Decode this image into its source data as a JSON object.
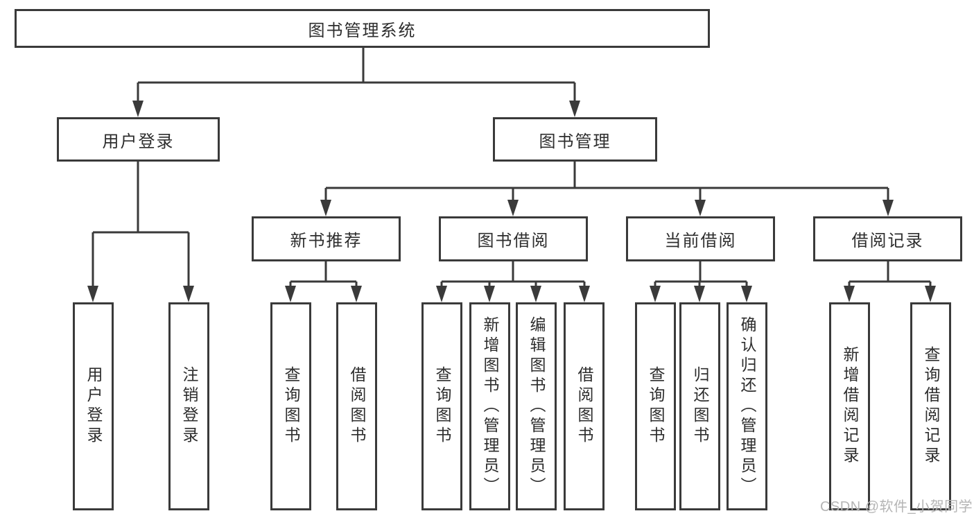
{
  "colors": {
    "line": "#3a3a3a",
    "text": "#2d2d2d",
    "watermark": "#b5b5b5",
    "background": "#ffffff"
  },
  "watermark": {
    "text": "CSDN @软件_小贺同学"
  },
  "tree": {
    "root": {
      "label": "图书管理系统"
    },
    "branches": [
      {
        "label": "用户登录",
        "children": [
          {
            "label": "用户登录"
          },
          {
            "label": "注销登录"
          }
        ]
      },
      {
        "label": "图书管理",
        "children": [
          {
            "label": "新书推荐",
            "children": [
              {
                "label": "查询图书"
              },
              {
                "label": "借阅图书"
              }
            ]
          },
          {
            "label": "图书借阅",
            "children": [
              {
                "label": "查询图书"
              },
              {
                "label": "新增图书（管理员）"
              },
              {
                "label": "编辑图书（管理员）"
              },
              {
                "label": "借阅图书"
              }
            ]
          },
          {
            "label": "当前借阅",
            "children": [
              {
                "label": "查询图书"
              },
              {
                "label": "归还图书"
              },
              {
                "label": "确认归还（管理员）"
              }
            ]
          },
          {
            "label": "借阅记录",
            "children": [
              {
                "label": "新增借阅记录"
              },
              {
                "label": "查询借阅记录"
              }
            ]
          }
        ]
      }
    ]
  }
}
